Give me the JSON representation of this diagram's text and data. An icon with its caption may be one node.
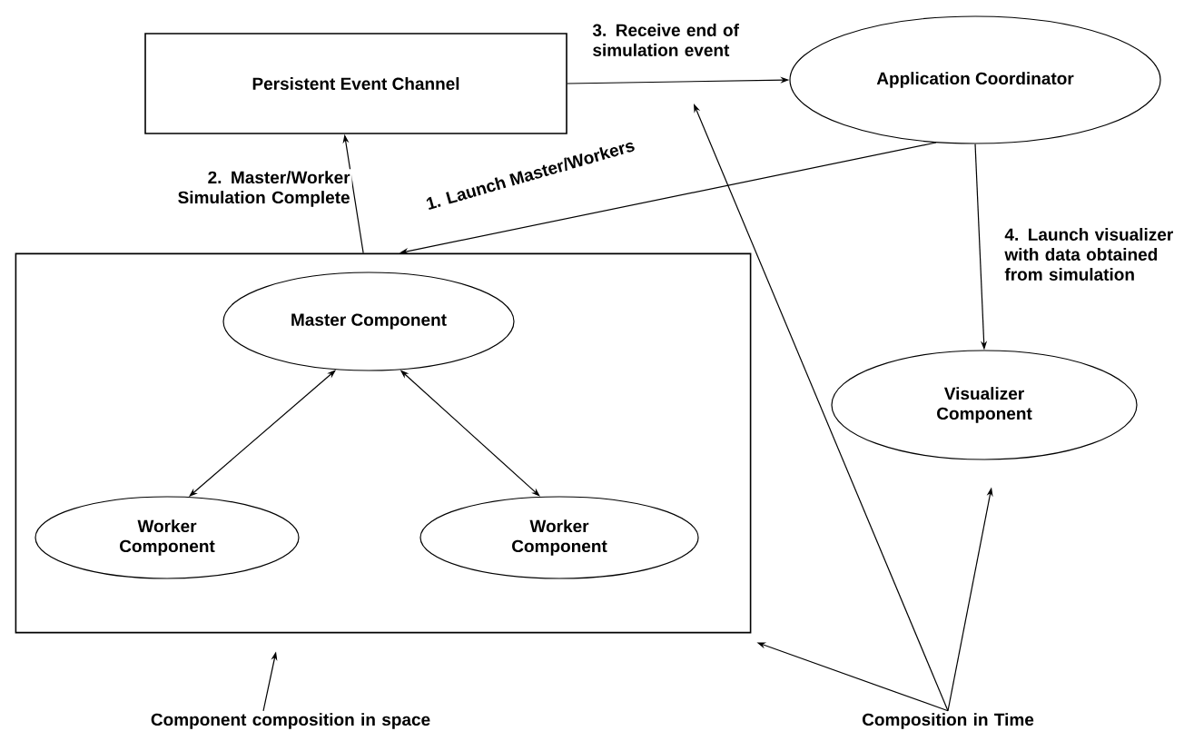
{
  "diagram": {
    "nodes": [
      {
        "text": [
          "Persistent Event Channel"
        ]
      },
      {
        "text": [
          "Application Coordinator"
        ]
      },
      {
        "text": [],
        "shape": "box"
      },
      {
        "text": [
          "Master Component"
        ],
        "in": 2
      },
      {
        "text": [
          "Worker Component"
        ],
        "in": 2
      },
      {
        "text": [
          "Worker Component"
        ],
        "in": 2
      },
      {
        "text": [
          "Visualizer Component"
        ]
      },
      {
        "text": [
          "Component composition in space"
        ]
      },
      {
        "text": [
          "Composition in Time"
        ]
      }
    ],
    "edges": [
      {
        "from": 1,
        "to": 2,
        "arrow": "to",
        "label": "1. Launch Master/Workers"
      },
      {
        "from": 2,
        "to": 0,
        "arrow": "to",
        "label": "2. Master/Worker Simulation Complete"
      },
      {
        "from": 0,
        "to": 1,
        "arrow": "to",
        "label": "3. Receive end of simulation event"
      },
      {
        "from": 1,
        "to": 6,
        "arrow": "to",
        "label": "4. Launch visualizer with data obtained from simulation"
      },
      {
        "from": 3,
        "to": 4,
        "arrow": "both"
      },
      {
        "from": 3,
        "to": 5,
        "arrow": "both"
      },
      {
        "from": 7,
        "to": 2,
        "arrow": "to"
      },
      {
        "from": 8,
        "to": null,
        "arrow": "to"
      },
      {
        "from": 8,
        "to": 2,
        "arrow": "to"
      },
      {
        "from": 8,
        "to": 6,
        "arrow": "to"
      }
    ]
  }
}
